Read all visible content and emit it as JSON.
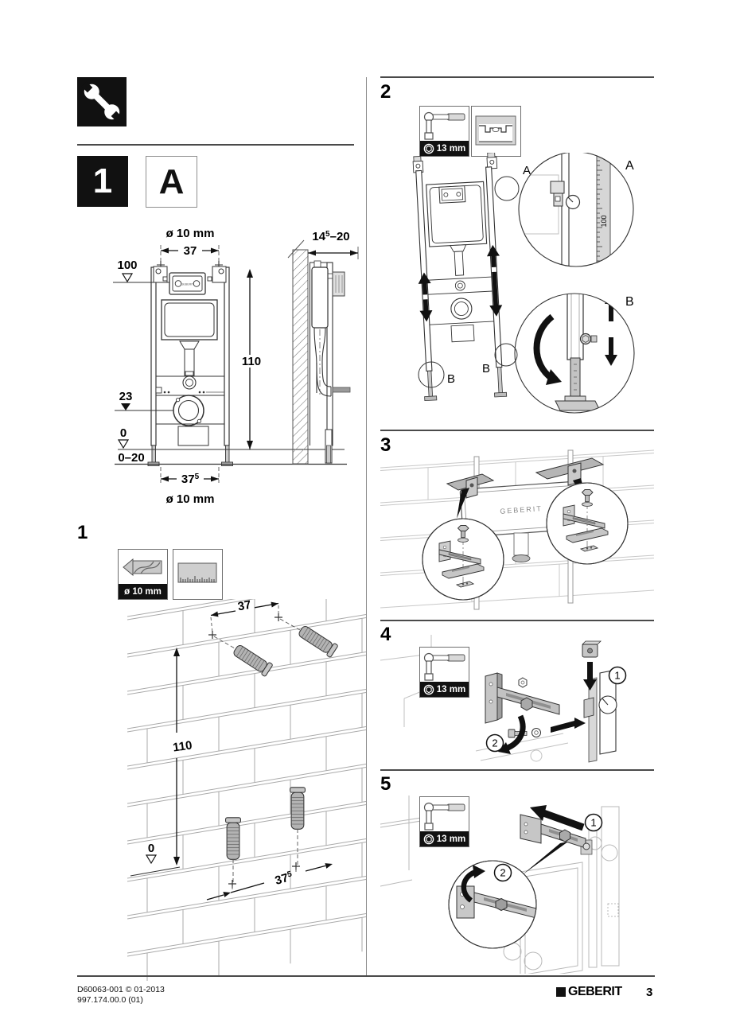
{
  "icons": [
    "wrench",
    "drill-bit",
    "ruler",
    "socket-wrench",
    "spirit-level",
    "hex-socket",
    "brick-wall",
    "mounting-frame"
  ],
  "overview": {
    "step": "1",
    "variant": "A",
    "front": {
      "top_hole": "ø 10 mm",
      "top_width": "37",
      "plate_height": "100",
      "total_height": "110",
      "outlet_height": "23",
      "zero": "0",
      "floor_range": "0–20",
      "base_width_main": "37",
      "base_width_sup": "5",
      "bottom_hole": "ø 10 mm",
      "plate_brand": "GEBERIT"
    },
    "side": {
      "depth_main": "14",
      "depth_sup": "5",
      "depth_tail": "–20"
    }
  },
  "steps": {
    "s1": {
      "num": "1",
      "tools": {
        "drill": "ø 10 mm"
      },
      "dims": {
        "width": "37",
        "height": "110",
        "zero": "0",
        "base_main": "37",
        "base_sup": "5"
      }
    },
    "s2": {
      "num": "2",
      "tools": {
        "wrench": "13 mm"
      },
      "labels": {
        "a": "A",
        "b": "B"
      },
      "ruler_reading": "100"
    },
    "s3": {
      "num": "3",
      "brand": "GEBERIT"
    },
    "s4": {
      "num": "4",
      "tools": {
        "wrench": "13 mm"
      },
      "callouts": {
        "n1": "1",
        "n2": "2"
      }
    },
    "s5": {
      "num": "5",
      "tools": {
        "wrench": "13 mm"
      },
      "callouts": {
        "n1": "1",
        "n2": "2"
      }
    }
  },
  "footer": {
    "doc_code": "D60063-001 © 01-2013",
    "article_code": "997.174.00.0 (01)",
    "brand": "GEBERIT",
    "page": "3"
  }
}
